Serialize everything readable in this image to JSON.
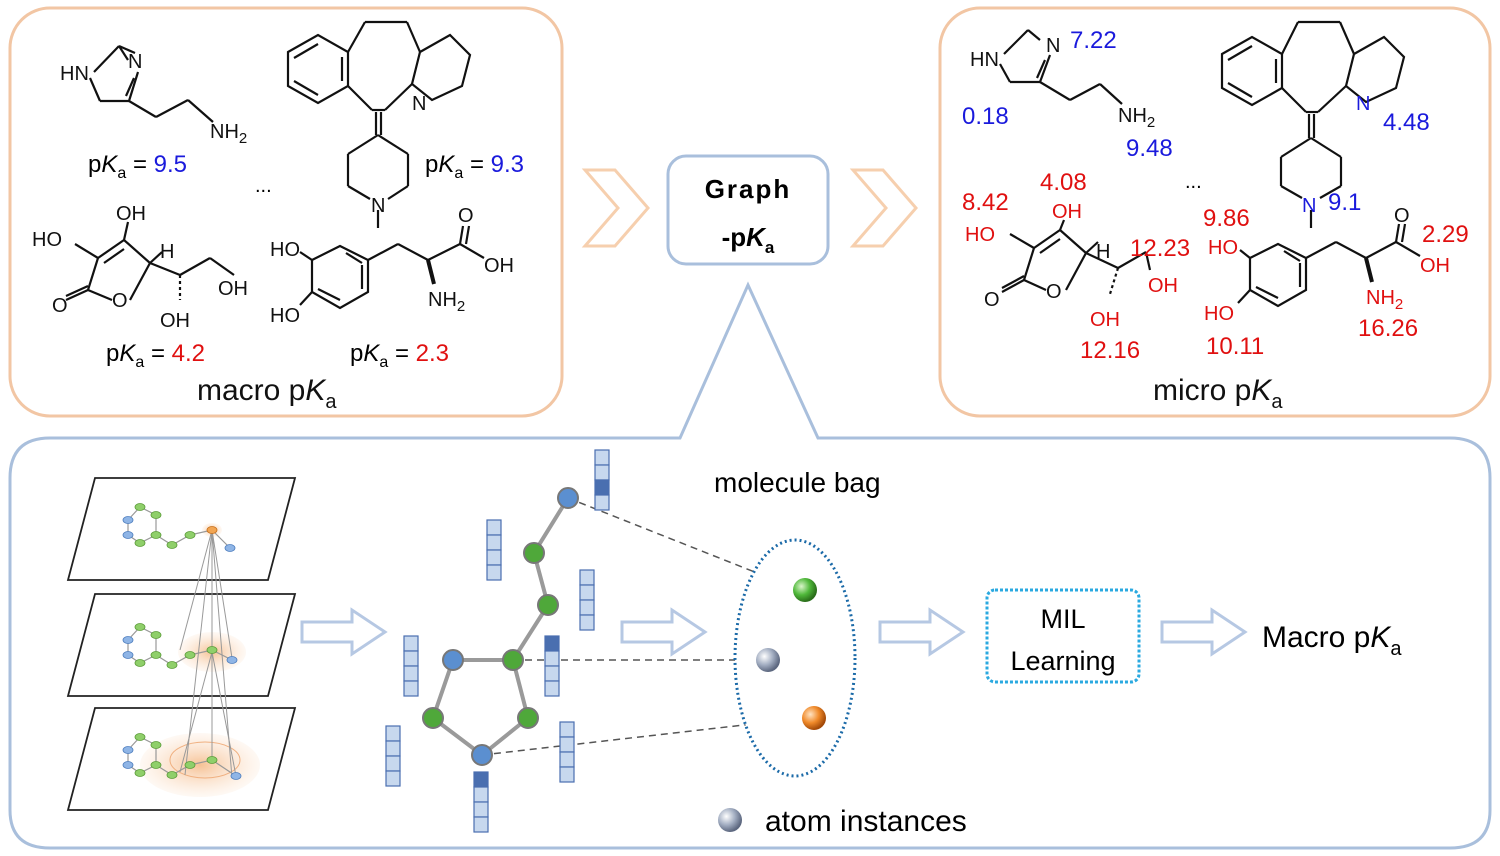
{
  "top_left_panel": {
    "caption_prefix": "macro p",
    "caption_K": "K",
    "caption_sub": "a",
    "molecules": [
      {
        "name": "histamine",
        "pka_label": "pKa = ",
        "value": "9.5",
        "value_color": "#1a1adc"
      },
      {
        "name": "desloratadine-like",
        "pka_label": "pKa = ",
        "value": "9.3",
        "value_color": "#1a1adc"
      },
      {
        "name": "ascorbic acid",
        "pka_label": "pKa = ",
        "value": "4.2",
        "value_color": "#e01010"
      },
      {
        "name": "levodopa",
        "pka_label": "pKa = ",
        "value": "2.3",
        "value_color": "#e01010"
      }
    ],
    "ellipsis": "..."
  },
  "center_box": {
    "line1": "Graph",
    "line2_prefix": "-p",
    "line2_K": "K",
    "line2_sub": "a"
  },
  "top_right_panel": {
    "caption_prefix": "micro p",
    "caption_K": "K",
    "caption_sub": "a",
    "ellipsis": "...",
    "micro_values": {
      "histamine_N": "7.22",
      "histamine_NH": "0.18",
      "histamine_NH2": "9.48",
      "pyridine_N": "4.48",
      "piperidine_N": "9.1",
      "ascorbic_OH_left": "8.42",
      "ascorbic_OH_top": "4.08",
      "ascorbic_OH_side": "12.23",
      "ascorbic_OH_bottom": "12.16",
      "dopa_OH_top": "9.86",
      "dopa_COOH": "2.29",
      "dopa_NH2": "16.26",
      "dopa_OH_bottom": "10.11"
    }
  },
  "bottom_panel": {
    "molecule_bag_label": "molecule bag",
    "atom_instances_label": "atom instances",
    "mil_line1": "MIL",
    "mil_line2": "Learning",
    "output_prefix": "Macro p",
    "output_K": "K",
    "output_sub": "a"
  },
  "atom_labels": {
    "HN": "HN",
    "N": "N",
    "NH2": "NH",
    "NH2_sub": "2",
    "OH": "OH",
    "HO": "HO",
    "O": "O",
    "H": "H"
  },
  "colors": {
    "panel_border_orange": "#f2c6a4",
    "panel_border_blue": "#a9bfdc",
    "chevron_orange": "#f6cfae",
    "arrow_blue": "#b6c8e3",
    "atom_blue": "#5b8fd0",
    "atom_green": "#4fa83a",
    "atom_orange": "#e8711a",
    "bond_gray": "#9a9a9a",
    "feature_dark": "#4a6fb0",
    "feature_light": "#c7d8ee"
  }
}
